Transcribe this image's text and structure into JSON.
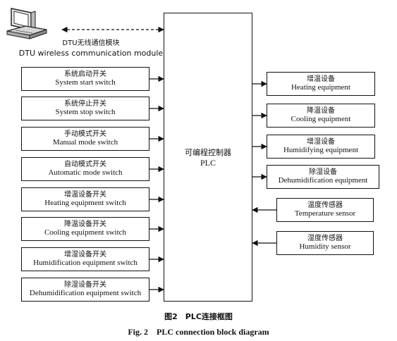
{
  "dtu": {
    "label_zh": "DTU无线通信模块",
    "label_en": "DTU wireless communication module"
  },
  "plc": {
    "label_zh": "可编程控制器",
    "label_en": "PLC"
  },
  "inputs": [
    {
      "zh": "系统启动开关",
      "en": "System start switch"
    },
    {
      "zh": "系统停止开关",
      "en": "System stop switch"
    },
    {
      "zh": "手动模式开关",
      "en": "Manual mode switch"
    },
    {
      "zh": "自动模式开关",
      "en": "Automatic mode switch"
    },
    {
      "zh": "增温设备开关",
      "en": "Heating equipment switch"
    },
    {
      "zh": "降温设备开关",
      "en": "Cooling equipment switch"
    },
    {
      "zh": "增湿设备开关",
      "en": "Humidification equipment switch"
    },
    {
      "zh": "除湿设备开关",
      "en": "Dehumidification equipment switch"
    }
  ],
  "outputs": [
    {
      "zh": "增温设备",
      "en": "Heating equipment"
    },
    {
      "zh": "降温设备",
      "en": "Cooling equipment"
    },
    {
      "zh": "增湿设备",
      "en": "Humidifying equipment"
    },
    {
      "zh": "除湿设备",
      "en": "Dehumidification equipment"
    }
  ],
  "sensors": [
    {
      "zh": "温度传感器",
      "en": "Temperature sensor"
    },
    {
      "zh": "湿度传感器",
      "en": "Humidity sensor"
    }
  ],
  "caption": {
    "zh": "图2　PLC连接框图",
    "en": "Fig. 2　PLC connection block diagram"
  }
}
